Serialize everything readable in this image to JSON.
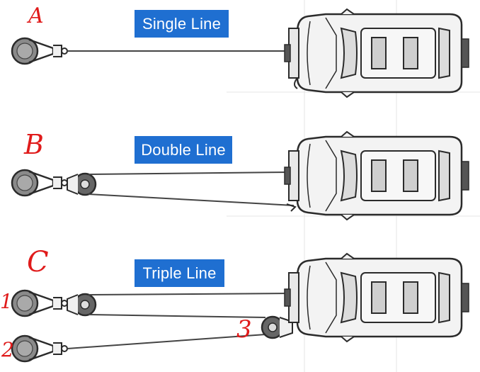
{
  "rows": [
    {
      "id": "single",
      "title": "Single Line",
      "marker": "A"
    },
    {
      "id": "double",
      "title": "Double Line",
      "marker": "B"
    },
    {
      "id": "triple",
      "title": "Triple Line",
      "marker": "C"
    }
  ],
  "anchor_markers": {
    "anchor_1": "1",
    "anchor_2": "2",
    "block_3": "3"
  },
  "colors": {
    "label_bg": "#1f6fd1",
    "label_text": "#ffffff",
    "annotation": "#e01b1b",
    "ink": "#333333"
  }
}
